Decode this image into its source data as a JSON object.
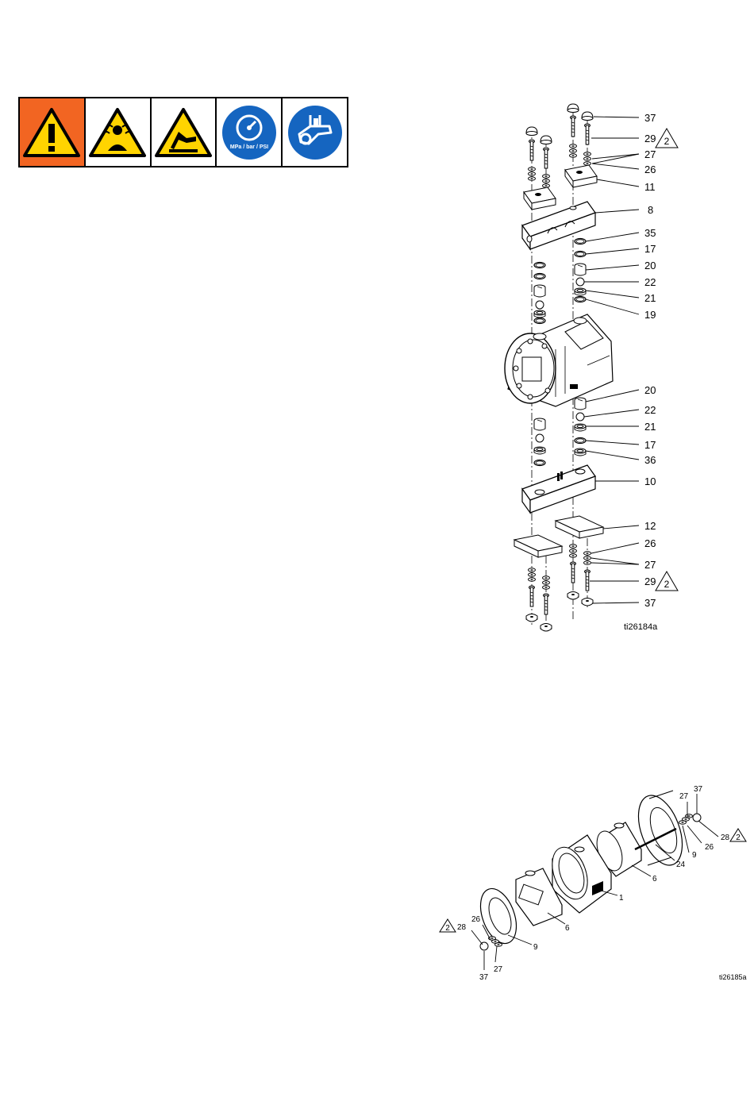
{
  "safety_symbols": [
    {
      "name": "general-warning-icon",
      "color": "#f26522"
    },
    {
      "name": "toxic-fumes-hazard-icon",
      "color": "#ffd400"
    },
    {
      "name": "skin-injection-hazard-icon",
      "color": "#ffd400"
    },
    {
      "name": "pressure-relief-procedure-icon",
      "color": "#1565c0",
      "label": "MPa / bar / PSI"
    },
    {
      "name": "wear-protective-equipment-icon",
      "color": "#1565c0"
    }
  ],
  "diagram_top": {
    "figure_id": "ti26184a",
    "callouts": [
      "37",
      "29",
      "27",
      "26",
      "11",
      "8",
      "35",
      "17",
      "20",
      "22",
      "21",
      "19",
      "20",
      "22",
      "21",
      "17",
      "36",
      "10",
      "12",
      "26",
      "27",
      "29",
      "37"
    ],
    "warning_ref": "2"
  },
  "diagram_bottom": {
    "figure_id": "ti26185a",
    "callouts": [
      "37",
      "27",
      "28",
      "9",
      "26",
      "24",
      "6",
      "1",
      "6",
      "9",
      "26",
      "28",
      "27",
      "37"
    ],
    "warning_ref": "2"
  }
}
